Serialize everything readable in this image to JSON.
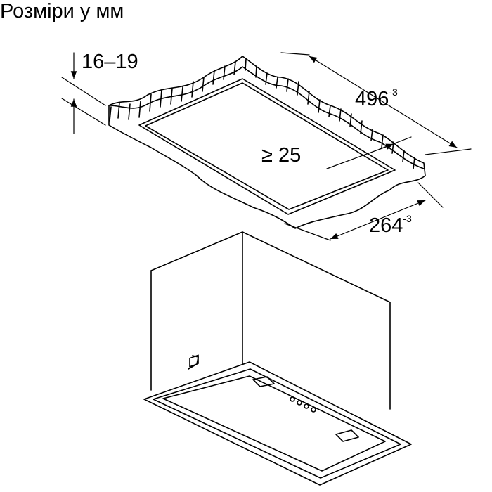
{
  "title": "Розміри у мм",
  "dimensions": {
    "thickness": "16–19",
    "width": {
      "value": "496",
      "tolerance": "-3"
    },
    "min_edge": "≥ 25",
    "depth": {
      "value": "264",
      "tolerance": "-3"
    }
  }
}
